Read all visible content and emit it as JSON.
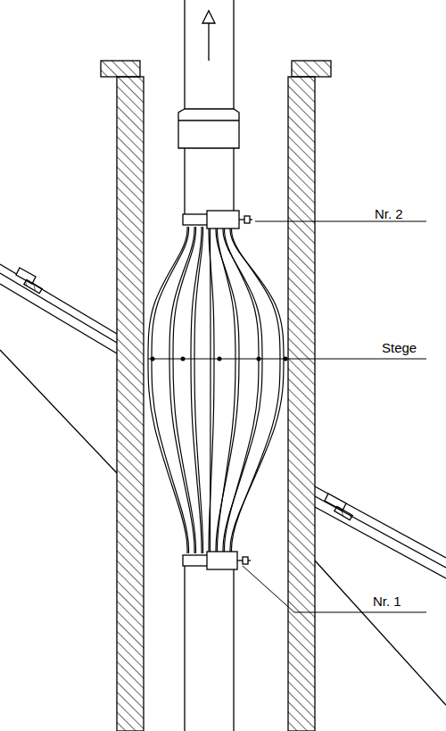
{
  "diagram": {
    "labels": [
      "Nr. 2",
      "Stege",
      "Nr. 1"
    ]
  }
}
